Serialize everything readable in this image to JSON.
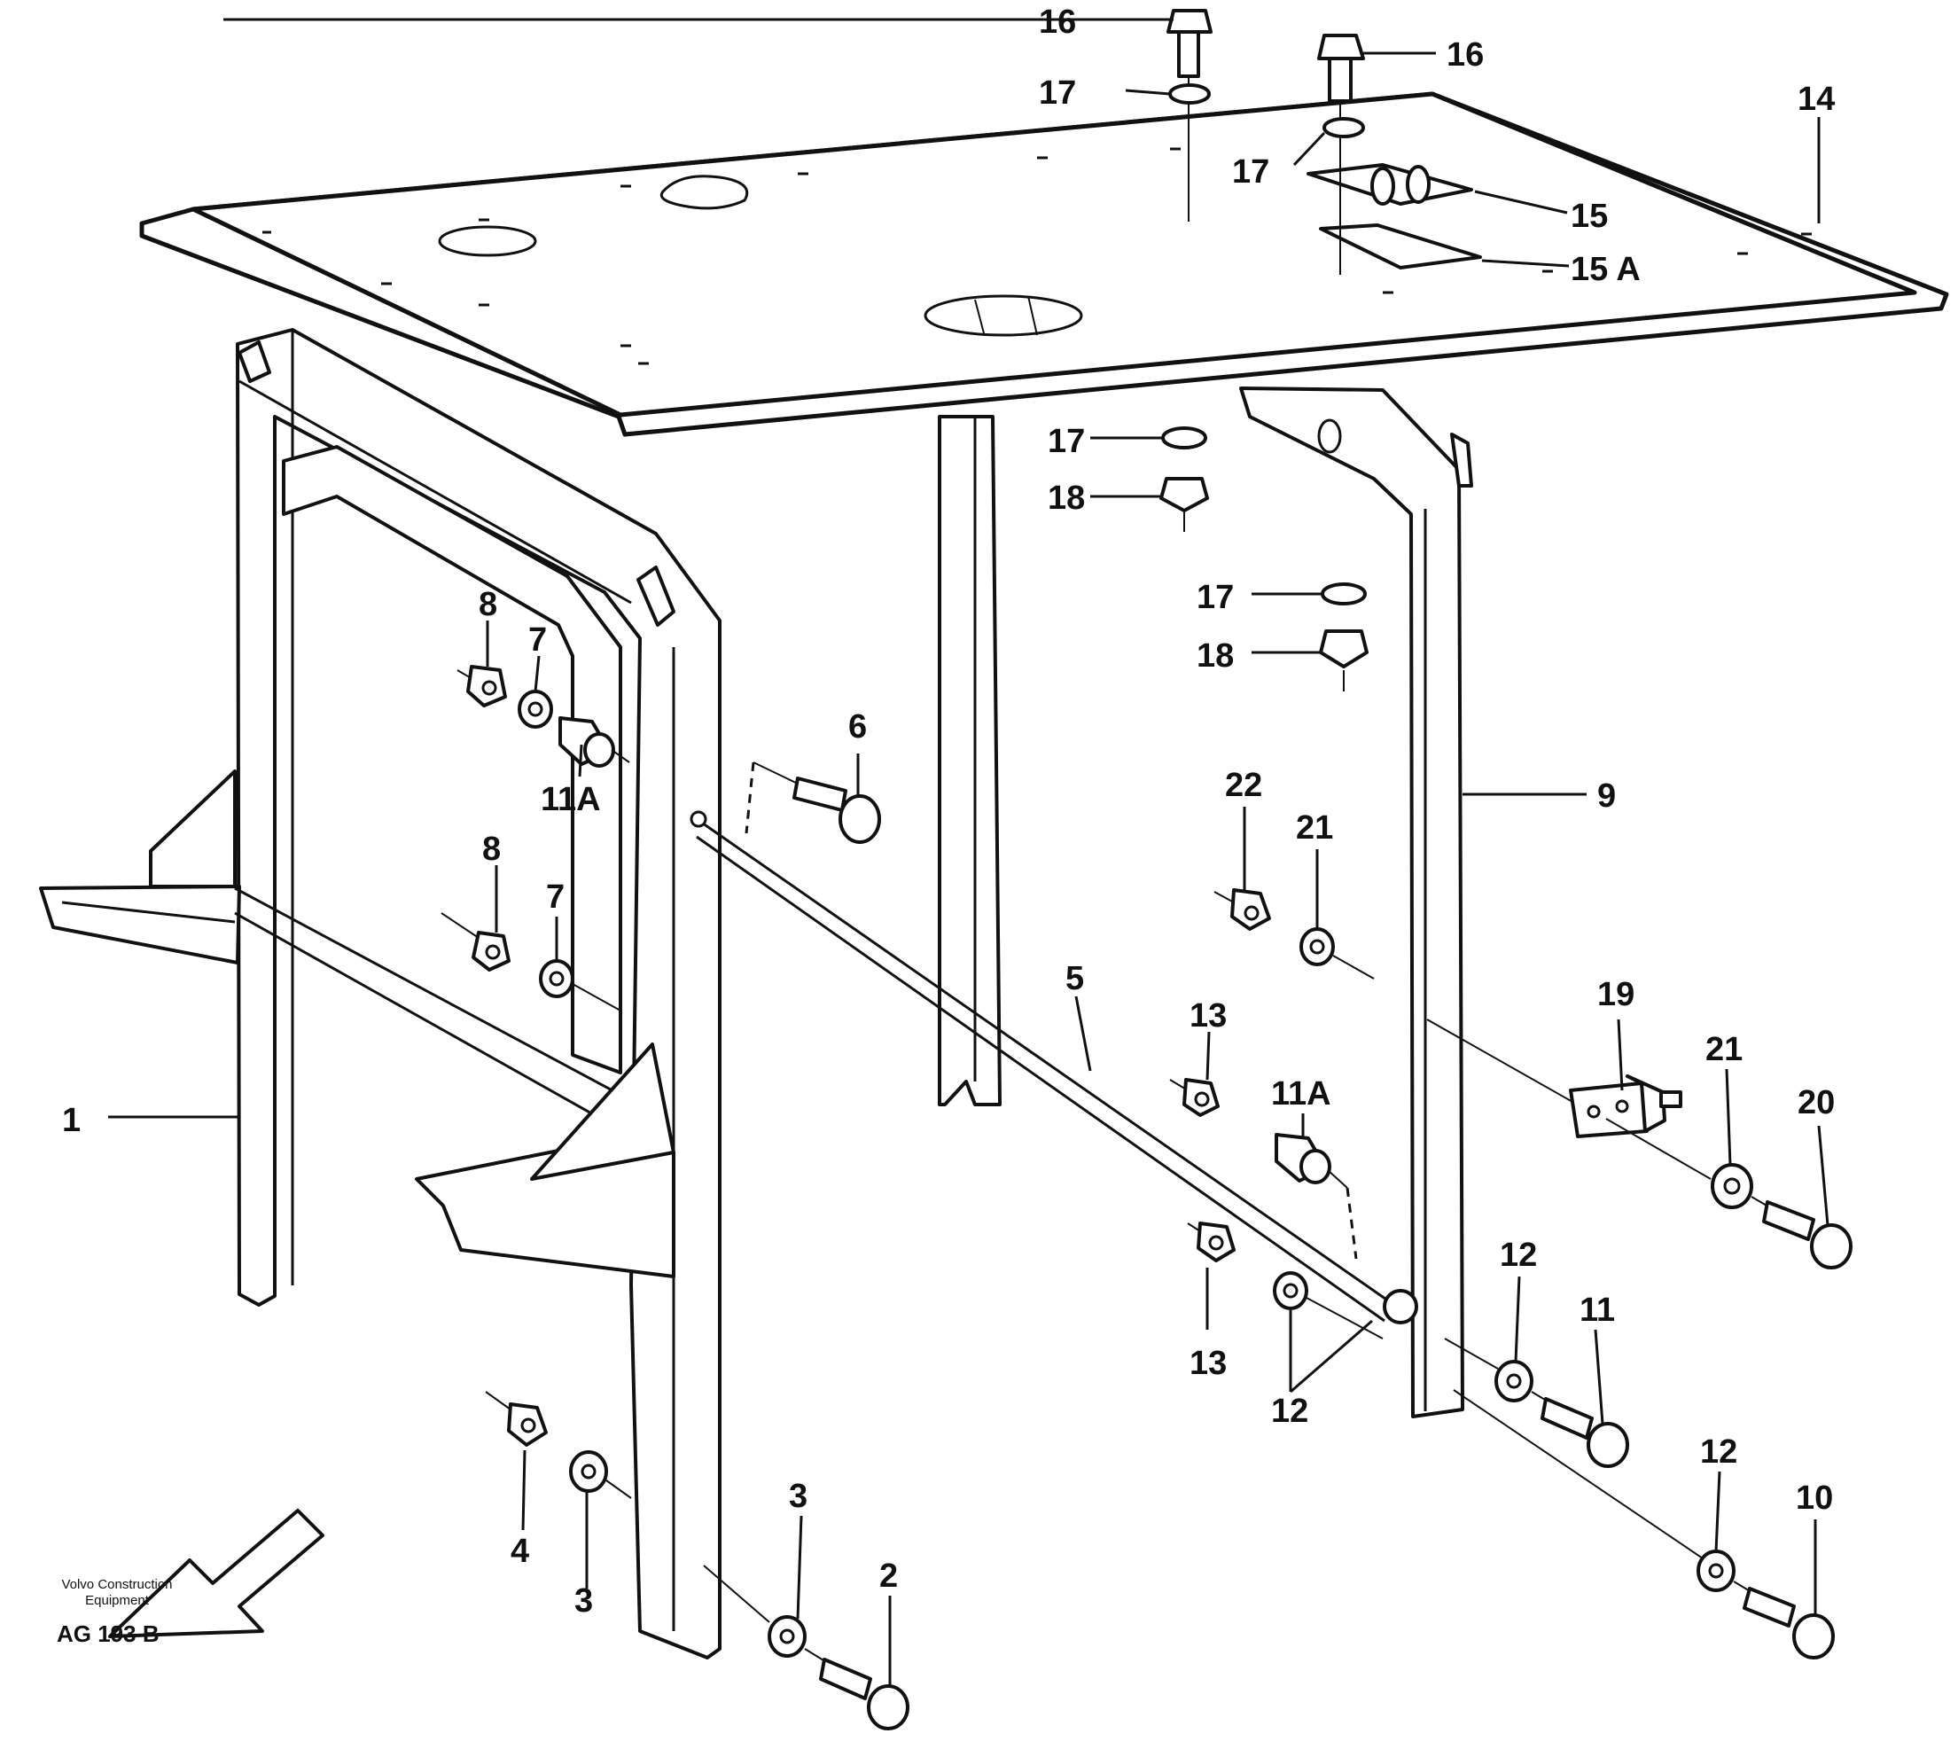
{
  "diagram": {
    "part_labels": {
      "p1": "1",
      "p2": "2",
      "p3a": "3",
      "p3b": "3",
      "p4": "4",
      "p5": "5",
      "p6": "6",
      "p7a": "7",
      "p7b": "7",
      "p8a": "8",
      "p8b": "8",
      "p9": "9",
      "p10": "10",
      "p11": "11",
      "p11a_left": "11A",
      "p11a_right": "11A",
      "p12a": "12",
      "p12b": "12",
      "p12c": "12",
      "p13a": "13",
      "p13b": "13",
      "p14": "14",
      "p15": "15",
      "p15a": "15 A",
      "p16a": "16",
      "p16b": "16",
      "p17a": "17",
      "p17b": "17",
      "p17c": "17",
      "p17d": "17",
      "p18a": "18",
      "p18b": "18",
      "p19": "19",
      "p20": "20",
      "p21a": "21",
      "p21b": "21",
      "p22": "22"
    },
    "caption": {
      "company_line1": "Volvo Construction",
      "company_line2": "Equipment",
      "code": "AG 193 B"
    },
    "icons": {
      "direction": "forward-direction-arrow-icon"
    }
  }
}
